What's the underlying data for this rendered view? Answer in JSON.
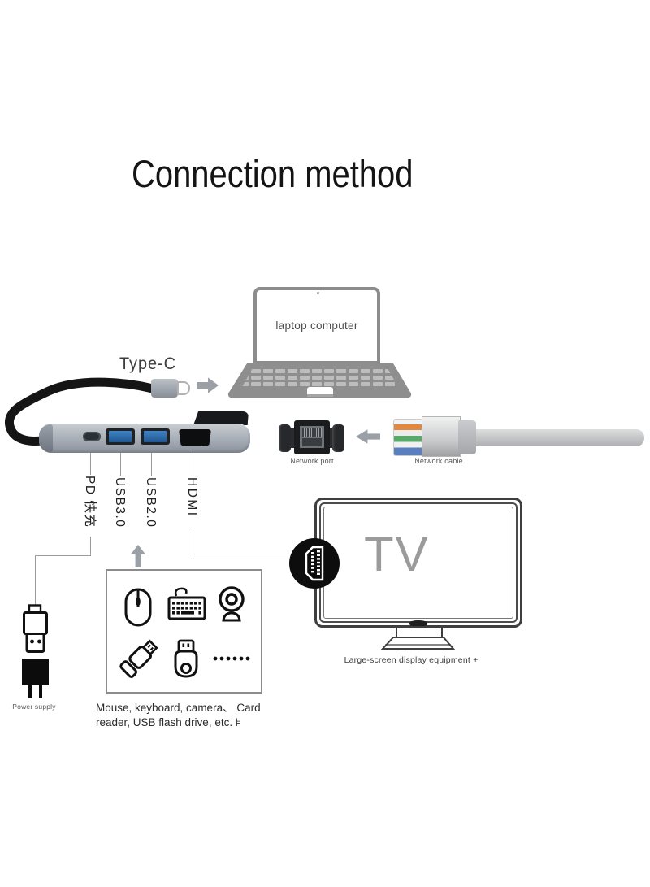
{
  "title": "Connection method",
  "laptop": {
    "label": "laptop computer"
  },
  "typec": {
    "label": "Type-C"
  },
  "hub_ports": {
    "pd": "PD 快充",
    "usb3": "USB3.0",
    "usb2": "USB2.0",
    "hdmi": "HDMI"
  },
  "network": {
    "port_label": "Network port",
    "cable_label": "Network cable"
  },
  "tv": {
    "screen_text": "TV",
    "caption": "Large-screen display equipment +"
  },
  "peripherals": {
    "caption_line1": "Mouse, keyboard, camera、 Card",
    "caption_line2": "reader, USB flash drive, etc. ⊧"
  },
  "power": {
    "label": "Power supply"
  },
  "colors": {
    "usb_port_blue": "#2f6fb5",
    "hub_gray": "#a7adb5",
    "line_gray": "#9b9b9b",
    "tv_text_gray": "#9b9b9b",
    "arrow_gray": "#9aa0a5",
    "cable_black": "#151515"
  }
}
